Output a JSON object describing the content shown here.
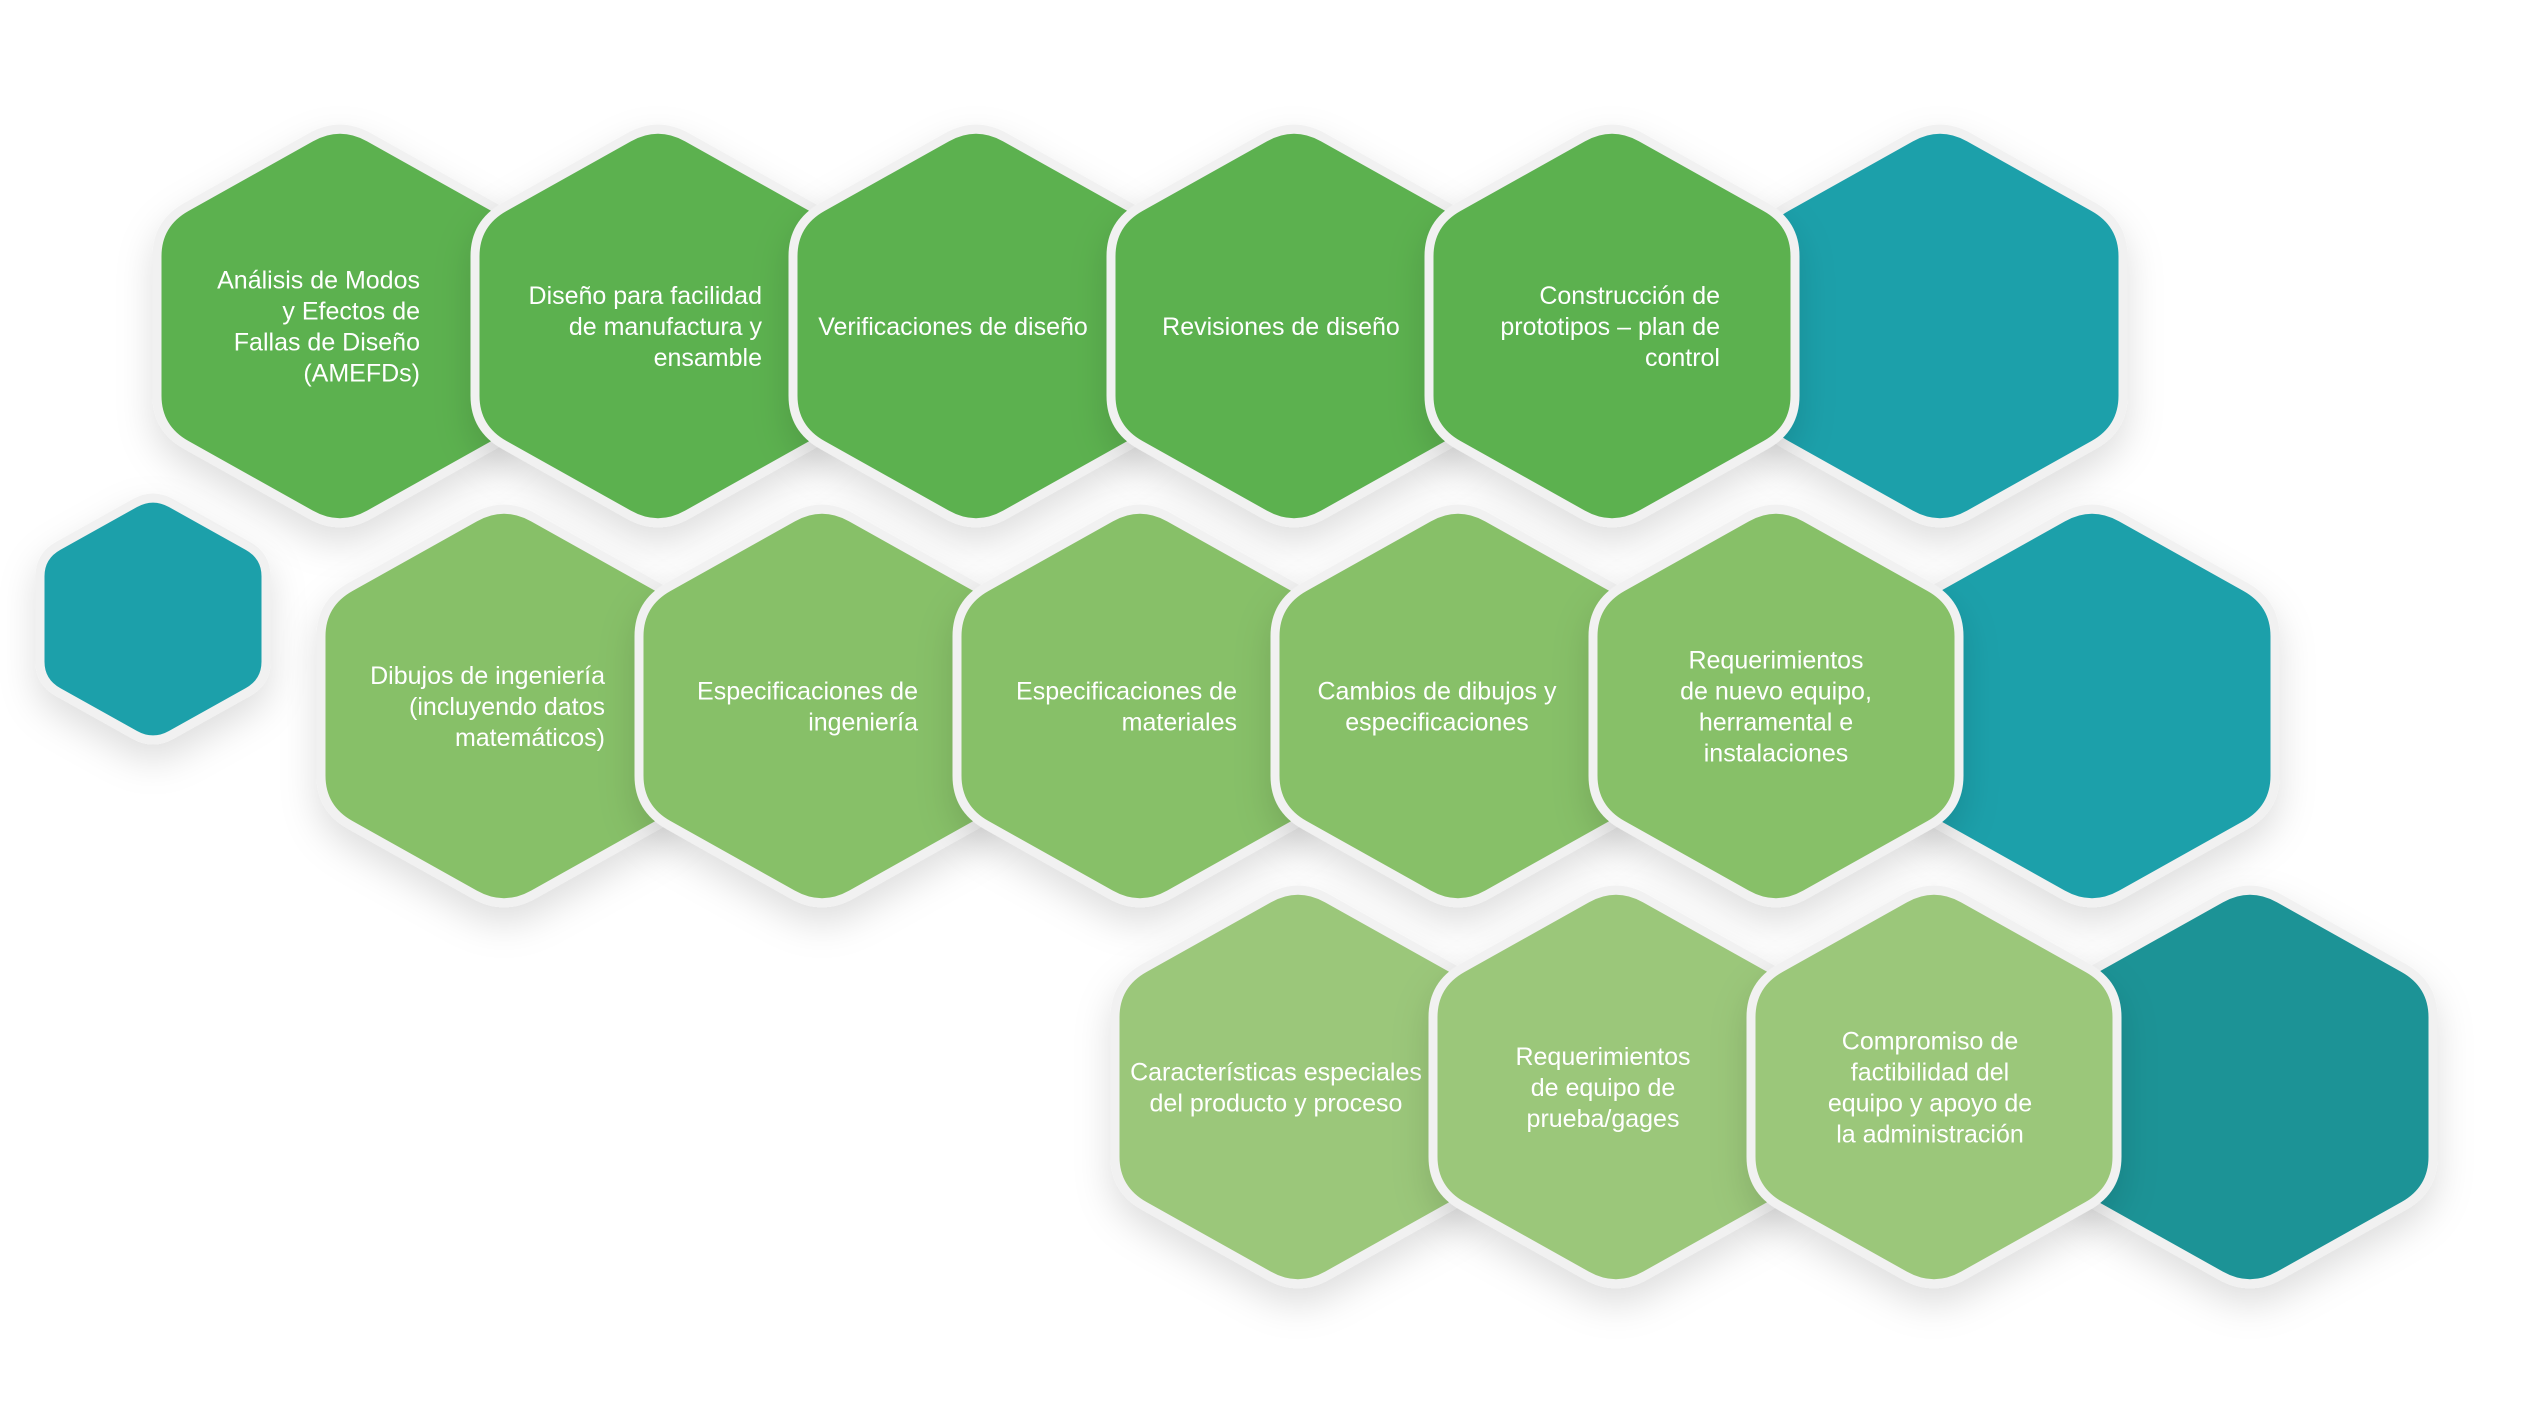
{
  "colors": {
    "green_dark": "#5cb150",
    "green_mid": "#87c068",
    "green_light": "#9bc77a",
    "teal": "#1da0aa",
    "teal_dark": "#1a9396",
    "border": "#f1f1f1",
    "text": "#ffffff"
  },
  "hexagons": {
    "row1": [
      {
        "lines": [
          "Análisis de Modos",
          "y Efectos de",
          "Fallas de Diseño",
          "(AMEFDs)"
        ]
      },
      {
        "lines": [
          "Diseño para facilidad",
          "de manufactura y",
          "ensamble"
        ]
      },
      {
        "lines": [
          "Verificaciones de diseño"
        ]
      },
      {
        "lines": [
          "Revisiones de diseño"
        ]
      },
      {
        "lines": [
          "Construcción de",
          "prototipos – plan de",
          "control"
        ]
      }
    ],
    "row2": [
      {
        "lines": [
          "Dibujos de ingeniería",
          "(incluyendo datos",
          "matemáticos)"
        ]
      },
      {
        "lines": [
          "Especificaciones de",
          "ingeniería"
        ]
      },
      {
        "lines": [
          "Especificaciones de",
          "materiales"
        ]
      },
      {
        "lines": [
          "Cambios de dibujos y",
          "especificaciones"
        ]
      },
      {
        "lines": [
          "Requerimientos",
          "de nuevo equipo,",
          "herramental e",
          "instalaciones"
        ]
      }
    ],
    "row3": [
      {
        "lines": [
          "Características especiales",
          "del producto y proceso"
        ]
      },
      {
        "lines": [
          "Requerimientos",
          "de equipo de",
          "prueba/gages"
        ]
      },
      {
        "lines": [
          "Compromiso de",
          "factibilidad del",
          "equipo y apoyo de",
          "la administración"
        ]
      }
    ]
  }
}
